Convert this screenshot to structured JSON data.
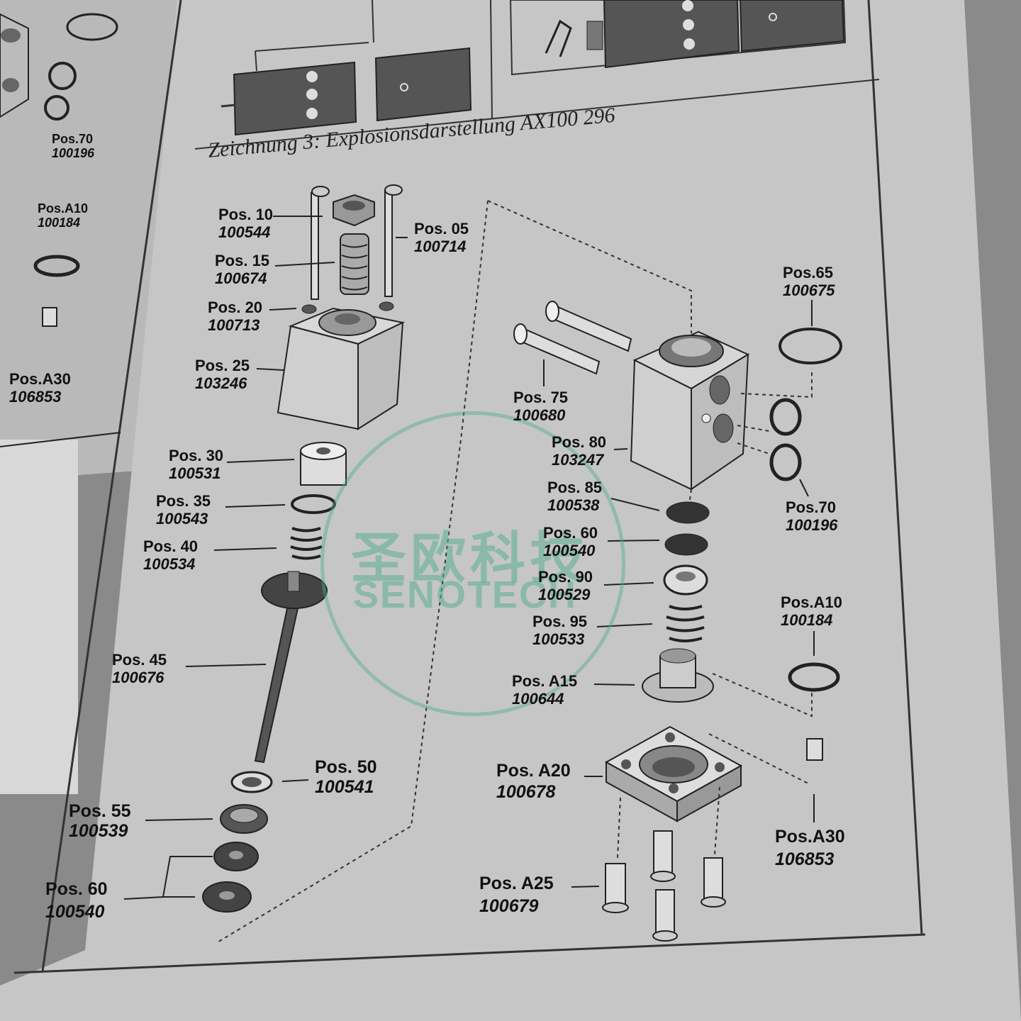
{
  "title": "Zeichnung 3: Explosionsdarstellung AX100 296",
  "watermark": {
    "cn": "圣欧科技",
    "en": "SENOTECH"
  },
  "left_labels": [
    {
      "pos": "Pos.70",
      "code": "100196"
    },
    {
      "pos": "Pos.A10",
      "code": "100184"
    },
    {
      "pos": "Pos.A30",
      "code": "106853"
    }
  ],
  "labels": [
    {
      "pos": "Pos. 10",
      "code": "100544"
    },
    {
      "pos": "Pos. 05",
      "code": "100714"
    },
    {
      "pos": "Pos. 15",
      "code": "100674"
    },
    {
      "pos": "Pos. 20",
      "code": "100713"
    },
    {
      "pos": "Pos. 25",
      "code": "103246"
    },
    {
      "pos": "Pos. 30",
      "code": "100531"
    },
    {
      "pos": "Pos. 35",
      "code": "100543"
    },
    {
      "pos": "Pos. 40",
      "code": "100534"
    },
    {
      "pos": "Pos. 45",
      "code": "100676"
    },
    {
      "pos": "Pos. 50",
      "code": "100541"
    },
    {
      "pos": "Pos. 55",
      "code": "100539"
    },
    {
      "pos": "Pos. 60",
      "code": "100540"
    },
    {
      "pos": "Pos.65",
      "code": "100675"
    },
    {
      "pos": "Pos. 75",
      "code": "100680"
    },
    {
      "pos": "Pos. 80",
      "code": "103247"
    },
    {
      "pos": "Pos.70",
      "code": "100196"
    },
    {
      "pos": "Pos. 85",
      "code": "100538"
    },
    {
      "pos": "Pos. 60",
      "code": "100540"
    },
    {
      "pos": "Pos. 90",
      "code": "100529"
    },
    {
      "pos": "Pos. 95",
      "code": "100533"
    },
    {
      "pos": "Pos.A10",
      "code": "100184"
    },
    {
      "pos": "Pos. A15",
      "code": "100644"
    },
    {
      "pos": "Pos. A20",
      "code": "100678"
    },
    {
      "pos": "Pos.A30",
      "code": "106853"
    },
    {
      "pos": "Pos. A25",
      "code": "100679"
    }
  ]
}
